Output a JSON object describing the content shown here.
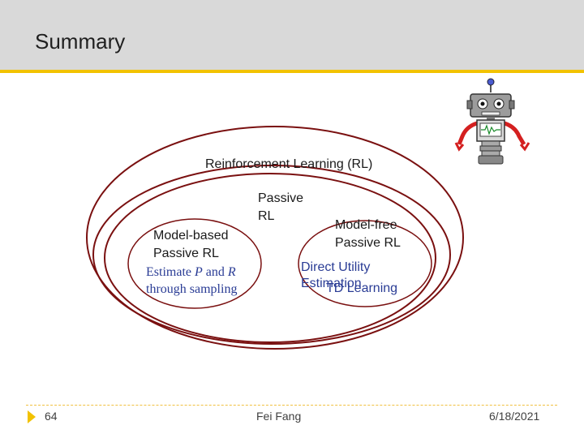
{
  "slide": {
    "title": "Summary",
    "page_number": "64",
    "author": "Fei Fang",
    "date": "6/18/2021"
  },
  "diagram": {
    "outer_label": "Reinforcement Learning (RL)",
    "passive_line1": "Passive",
    "passive_line2": "RL",
    "model_based_line1": "Model-based",
    "model_based_line2": "Passive RL",
    "estimate_prefix": "Estimate ",
    "estimate_p": "P",
    "estimate_and": " and ",
    "estimate_r": "R",
    "sampling_text": "through sampling",
    "model_free_line1": "Model-free",
    "model_free_line2": "Passive RL",
    "direct_utility_line1": "Direct Utility",
    "direct_utility_line2": "Estimation",
    "td_learning": "TD Learning",
    "ellipse_color": "#7a1010"
  },
  "icons": {
    "robot": "robot-icon",
    "slide_marker": "triangle-arrow-icon"
  }
}
